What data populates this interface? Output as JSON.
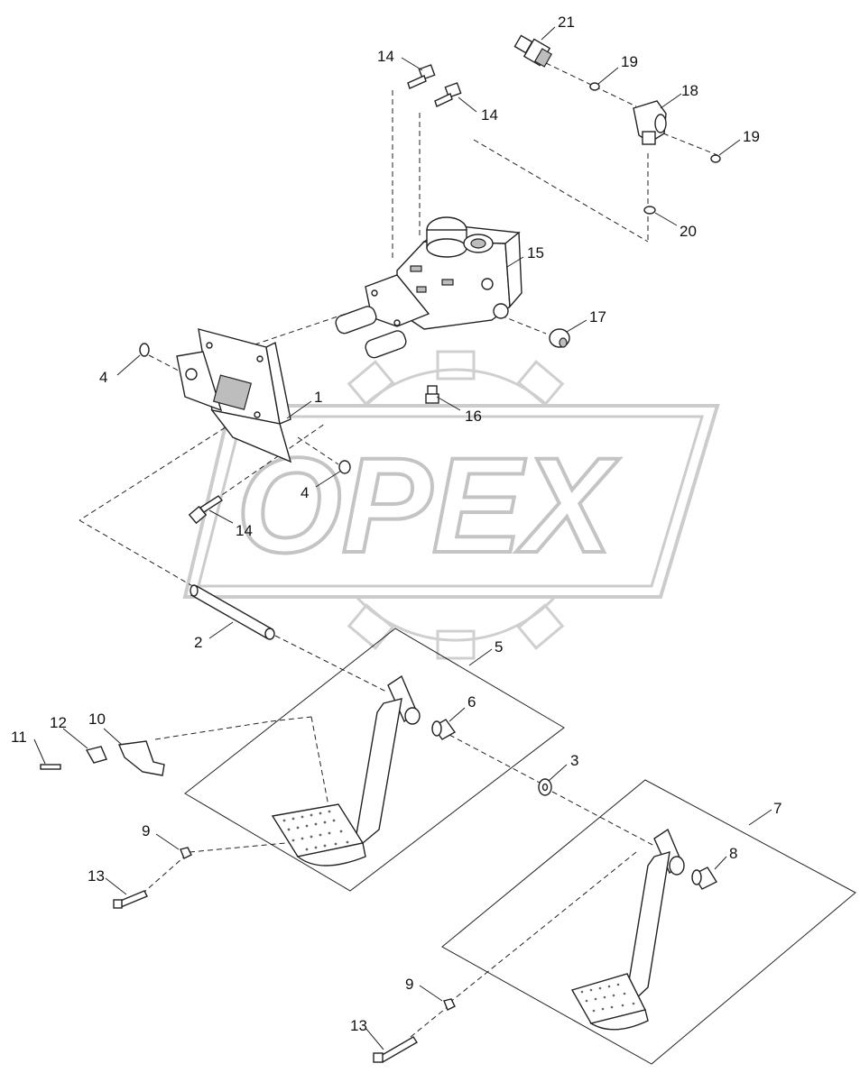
{
  "watermark": {
    "text": "OPEX"
  },
  "callouts": [
    {
      "id": "c21",
      "label": "21"
    },
    {
      "id": "c14a",
      "label": "14"
    },
    {
      "id": "c19a",
      "label": "19"
    },
    {
      "id": "c14b",
      "label": "14"
    },
    {
      "id": "c18",
      "label": "18"
    },
    {
      "id": "c19b",
      "label": "19"
    },
    {
      "id": "c20",
      "label": "20"
    },
    {
      "id": "c15",
      "label": "15"
    },
    {
      "id": "c17",
      "label": "17"
    },
    {
      "id": "c4a",
      "label": "4"
    },
    {
      "id": "c1",
      "label": "1"
    },
    {
      "id": "c16",
      "label": "16"
    },
    {
      "id": "c4b",
      "label": "4"
    },
    {
      "id": "c14c",
      "label": "14"
    },
    {
      "id": "c2",
      "label": "2"
    },
    {
      "id": "c5",
      "label": "5"
    },
    {
      "id": "c6",
      "label": "6"
    },
    {
      "id": "c11",
      "label": "11"
    },
    {
      "id": "c12",
      "label": "12"
    },
    {
      "id": "c10",
      "label": "10"
    },
    {
      "id": "c3",
      "label": "3"
    },
    {
      "id": "c7",
      "label": "7"
    },
    {
      "id": "c9a",
      "label": "9"
    },
    {
      "id": "c8",
      "label": "8"
    },
    {
      "id": "c13a",
      "label": "13"
    },
    {
      "id": "c9b",
      "label": "9"
    },
    {
      "id": "c13b",
      "label": "13"
    }
  ]
}
